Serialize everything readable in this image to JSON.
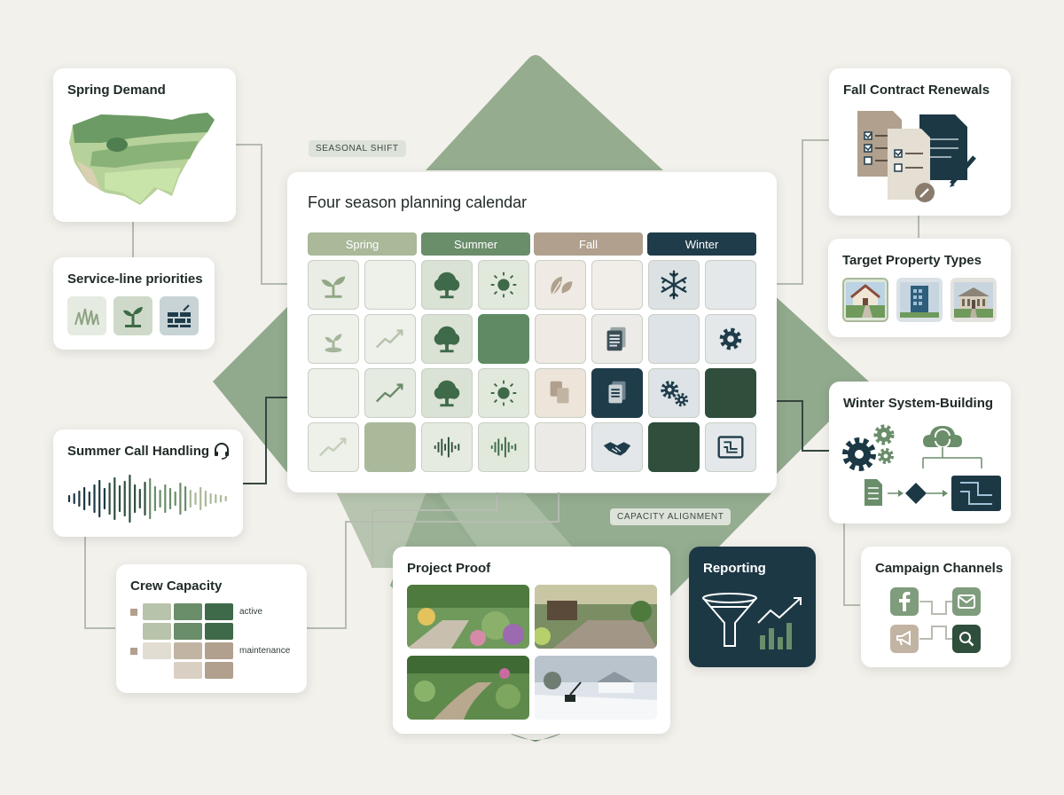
{
  "colors": {
    "spring": "#a9b99a",
    "summer": "#6a8d6a",
    "fall": "#b0a08d",
    "winter": "#1f3c4a",
    "diamond": "#8fa98a",
    "dark_green": "#3e6a49",
    "navy": "#1c3845"
  },
  "annotations": {
    "seasonal_shift": "SEASONAL SHIFT",
    "capacity_alignment": "CAPACITY ALIGNMENT"
  },
  "calendar": {
    "title": "Four season planning calendar",
    "seasons": [
      "Spring",
      "Summer",
      "Fall",
      "Winter"
    ]
  },
  "cards": {
    "spring_demand": {
      "title": "Spring Demand",
      "icon": "us-map-heatmap"
    },
    "service_line": {
      "title": "Service-line priorities",
      "icons": [
        "grass-icon",
        "seedling-icon",
        "brick-wall-icon"
      ]
    },
    "summer_call": {
      "title": "Summer Call Handling",
      "icon": "headset-icon"
    },
    "crew_capacity": {
      "title": "Crew Capacity",
      "legend": [
        "active",
        "maintenance"
      ]
    },
    "project_proof": {
      "title": "Project Proof",
      "photos": [
        "spring-garden-photo",
        "patio-garden-photo",
        "summer-path-photo",
        "winter-snow-photo"
      ]
    },
    "reporting": {
      "title": "Reporting",
      "icons": [
        "funnel-icon",
        "trend-chart-icon"
      ]
    },
    "fall_contract": {
      "title": "Fall Contract Renewals",
      "icon": "documents-icon"
    },
    "target_property": {
      "title": "Target Property Types",
      "icons": [
        "house-icon",
        "office-building-icon",
        "institution-icon"
      ]
    },
    "winter_system": {
      "title": "Winter System-Building",
      "icons": [
        "gears-icon",
        "cloud-sync-icon",
        "document-icon",
        "decision-diamond-icon",
        "blueprint-icon"
      ]
    },
    "campaign_channels": {
      "title": "Campaign Channels",
      "icons": [
        "facebook-icon",
        "mail-icon",
        "megaphone-icon",
        "search-icon"
      ]
    }
  }
}
